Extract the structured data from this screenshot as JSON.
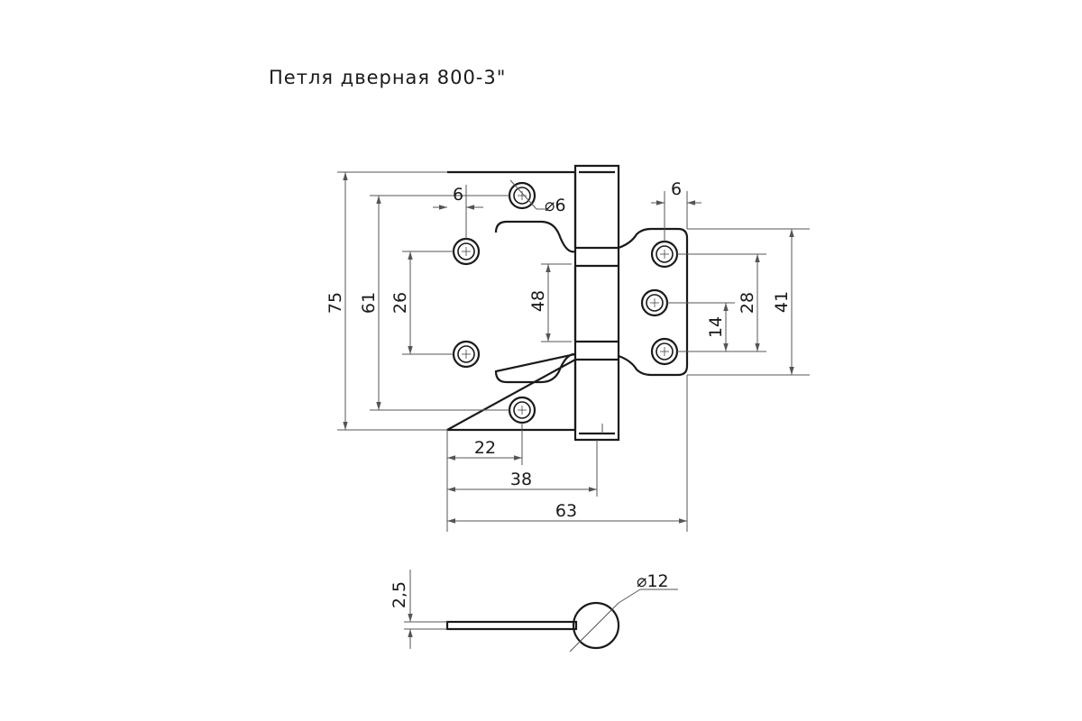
{
  "title": "Петля  дверная 800-3\"",
  "dimensions": {
    "height_total": "75",
    "height_outer_holes": "61",
    "height_inner_holes": "26",
    "cutout_height": "48",
    "hole_edge_offset_left": "6",
    "hole_edge_offset_right": "6",
    "hole_diameter": "⌀6",
    "right_hole_spacing": "14",
    "right_hole_span": "28",
    "right_leaf_height": "41",
    "width_to_hole": "22",
    "width_to_axis": "38",
    "width_total": "63",
    "thickness": "2,5",
    "knuckle_diameter": "⌀12"
  }
}
